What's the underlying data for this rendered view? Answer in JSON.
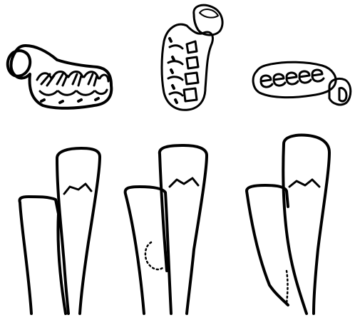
{
  "figure": {
    "panel_count": 3,
    "panels": [
      {
        "view": "hand-top-view",
        "bones_view": "forearm-bones"
      },
      {
        "view": "hand-top-view",
        "bones_view": "forearm-bones"
      },
      {
        "view": "hand-top-view",
        "bones_view": "forearm-bones"
      }
    ]
  },
  "colors": {
    "ink": "#000000",
    "paper": "#ffffff"
  }
}
